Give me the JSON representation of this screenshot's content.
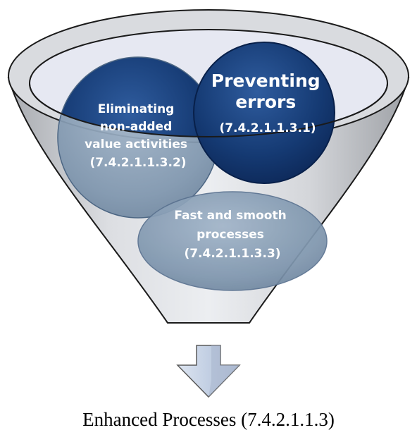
{
  "diagram": {
    "caption": "Enhanced Processes (7.4.2.1.1.3)",
    "items": [
      {
        "id": "eliminating",
        "lines": [
          "Eliminating",
          "non-added",
          "value activities",
          "(7.4.2.1.1.3.2)"
        ]
      },
      {
        "id": "preventing",
        "lines": [
          "Preventing",
          "errors",
          "(7.4.2.1.1.3.1)"
        ]
      },
      {
        "id": "fast",
        "lines": [
          "Fast and smooth",
          "processes",
          "(7.4.2.1.1.3.3)"
        ]
      }
    ],
    "colors": {
      "funnel_outline": "#1a1a1a",
      "funnel_body": "#cdcfd3",
      "funnel_top": "#e4e6f0",
      "bubble_dark": "#0f2f63",
      "bubble_light": "#8a9fb6",
      "arrow_fill": "#c9d4e6",
      "arrow_stroke": "#5a5a5a"
    }
  }
}
